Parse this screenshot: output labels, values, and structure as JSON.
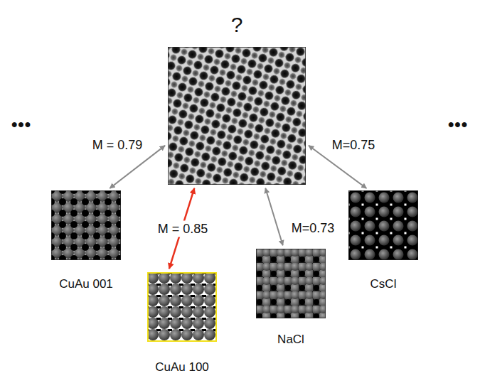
{
  "diagram": {
    "nodes": [
      {
        "text": [
          "?"
        ]
      },
      {
        "text": [
          "CuAu 001"
        ]
      },
      {
        "text": [
          "CuAu 100"
        ]
      },
      {
        "text": [
          "NaCl"
        ]
      },
      {
        "text": [
          "CsCl"
        ]
      }
    ],
    "edges": [
      {
        "from": 0,
        "to": 1,
        "label": "M = 0.79",
        "arrow": "both"
      },
      {
        "from": 0,
        "to": 2,
        "label": "M = 0.85",
        "arrow": "both"
      },
      {
        "from": 0,
        "to": 3,
        "label": "M=0.73",
        "arrow": "both"
      },
      {
        "from": 0,
        "to": 4,
        "label": "M=0.75",
        "arrow": "both"
      }
    ],
    "labels": [
      "•••",
      "•••"
    ]
  }
}
